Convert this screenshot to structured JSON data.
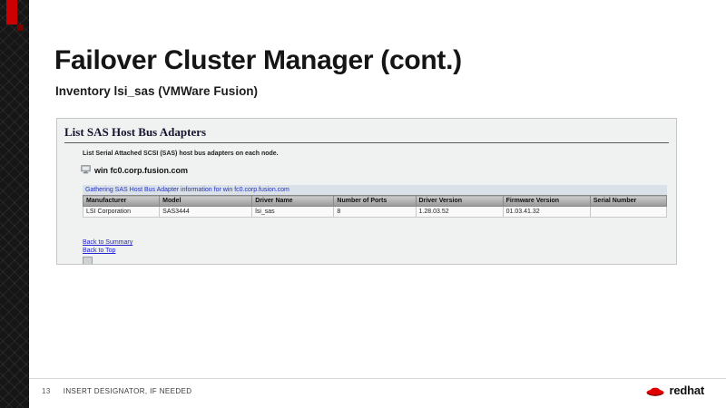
{
  "slide": {
    "title": "Failover Cluster Manager (cont.)",
    "subtitle": "Inventory lsi_sas (VMWare Fusion)",
    "footer": {
      "page_number": "13",
      "designator": "INSERT DESIGNATOR, IF NEEDED",
      "logo_text": "redhat"
    }
  },
  "screenshot": {
    "heading": "List SAS Host Bus Adapters",
    "description": "List Serial Attached SCSI (SAS) host bus adapters on each node.",
    "node_name": "win fc0.corp.fusion.com",
    "status_text": "Gathering SAS Host Bus Adapter information for win fc0.corp.fusion.com",
    "table": {
      "headers": [
        "Manufacturer",
        "Model",
        "Driver Name",
        "Number of Ports",
        "Driver Version",
        "Firmware Version",
        "Serial Number"
      ],
      "rows": [
        [
          "LSI Corporation",
          "SAS3444",
          "lsi_sas",
          "8",
          "1.28.03.52",
          "01.03.41.32",
          ""
        ]
      ]
    },
    "links": [
      "Back to Summary",
      "Back to Top"
    ]
  },
  "colors": {
    "accent_red": "#cc0000",
    "link_blue": "#2222cc",
    "strip_dark": "#161616",
    "report_background": "#f0f1f1",
    "table_header_gray": "#9a9a9a"
  }
}
